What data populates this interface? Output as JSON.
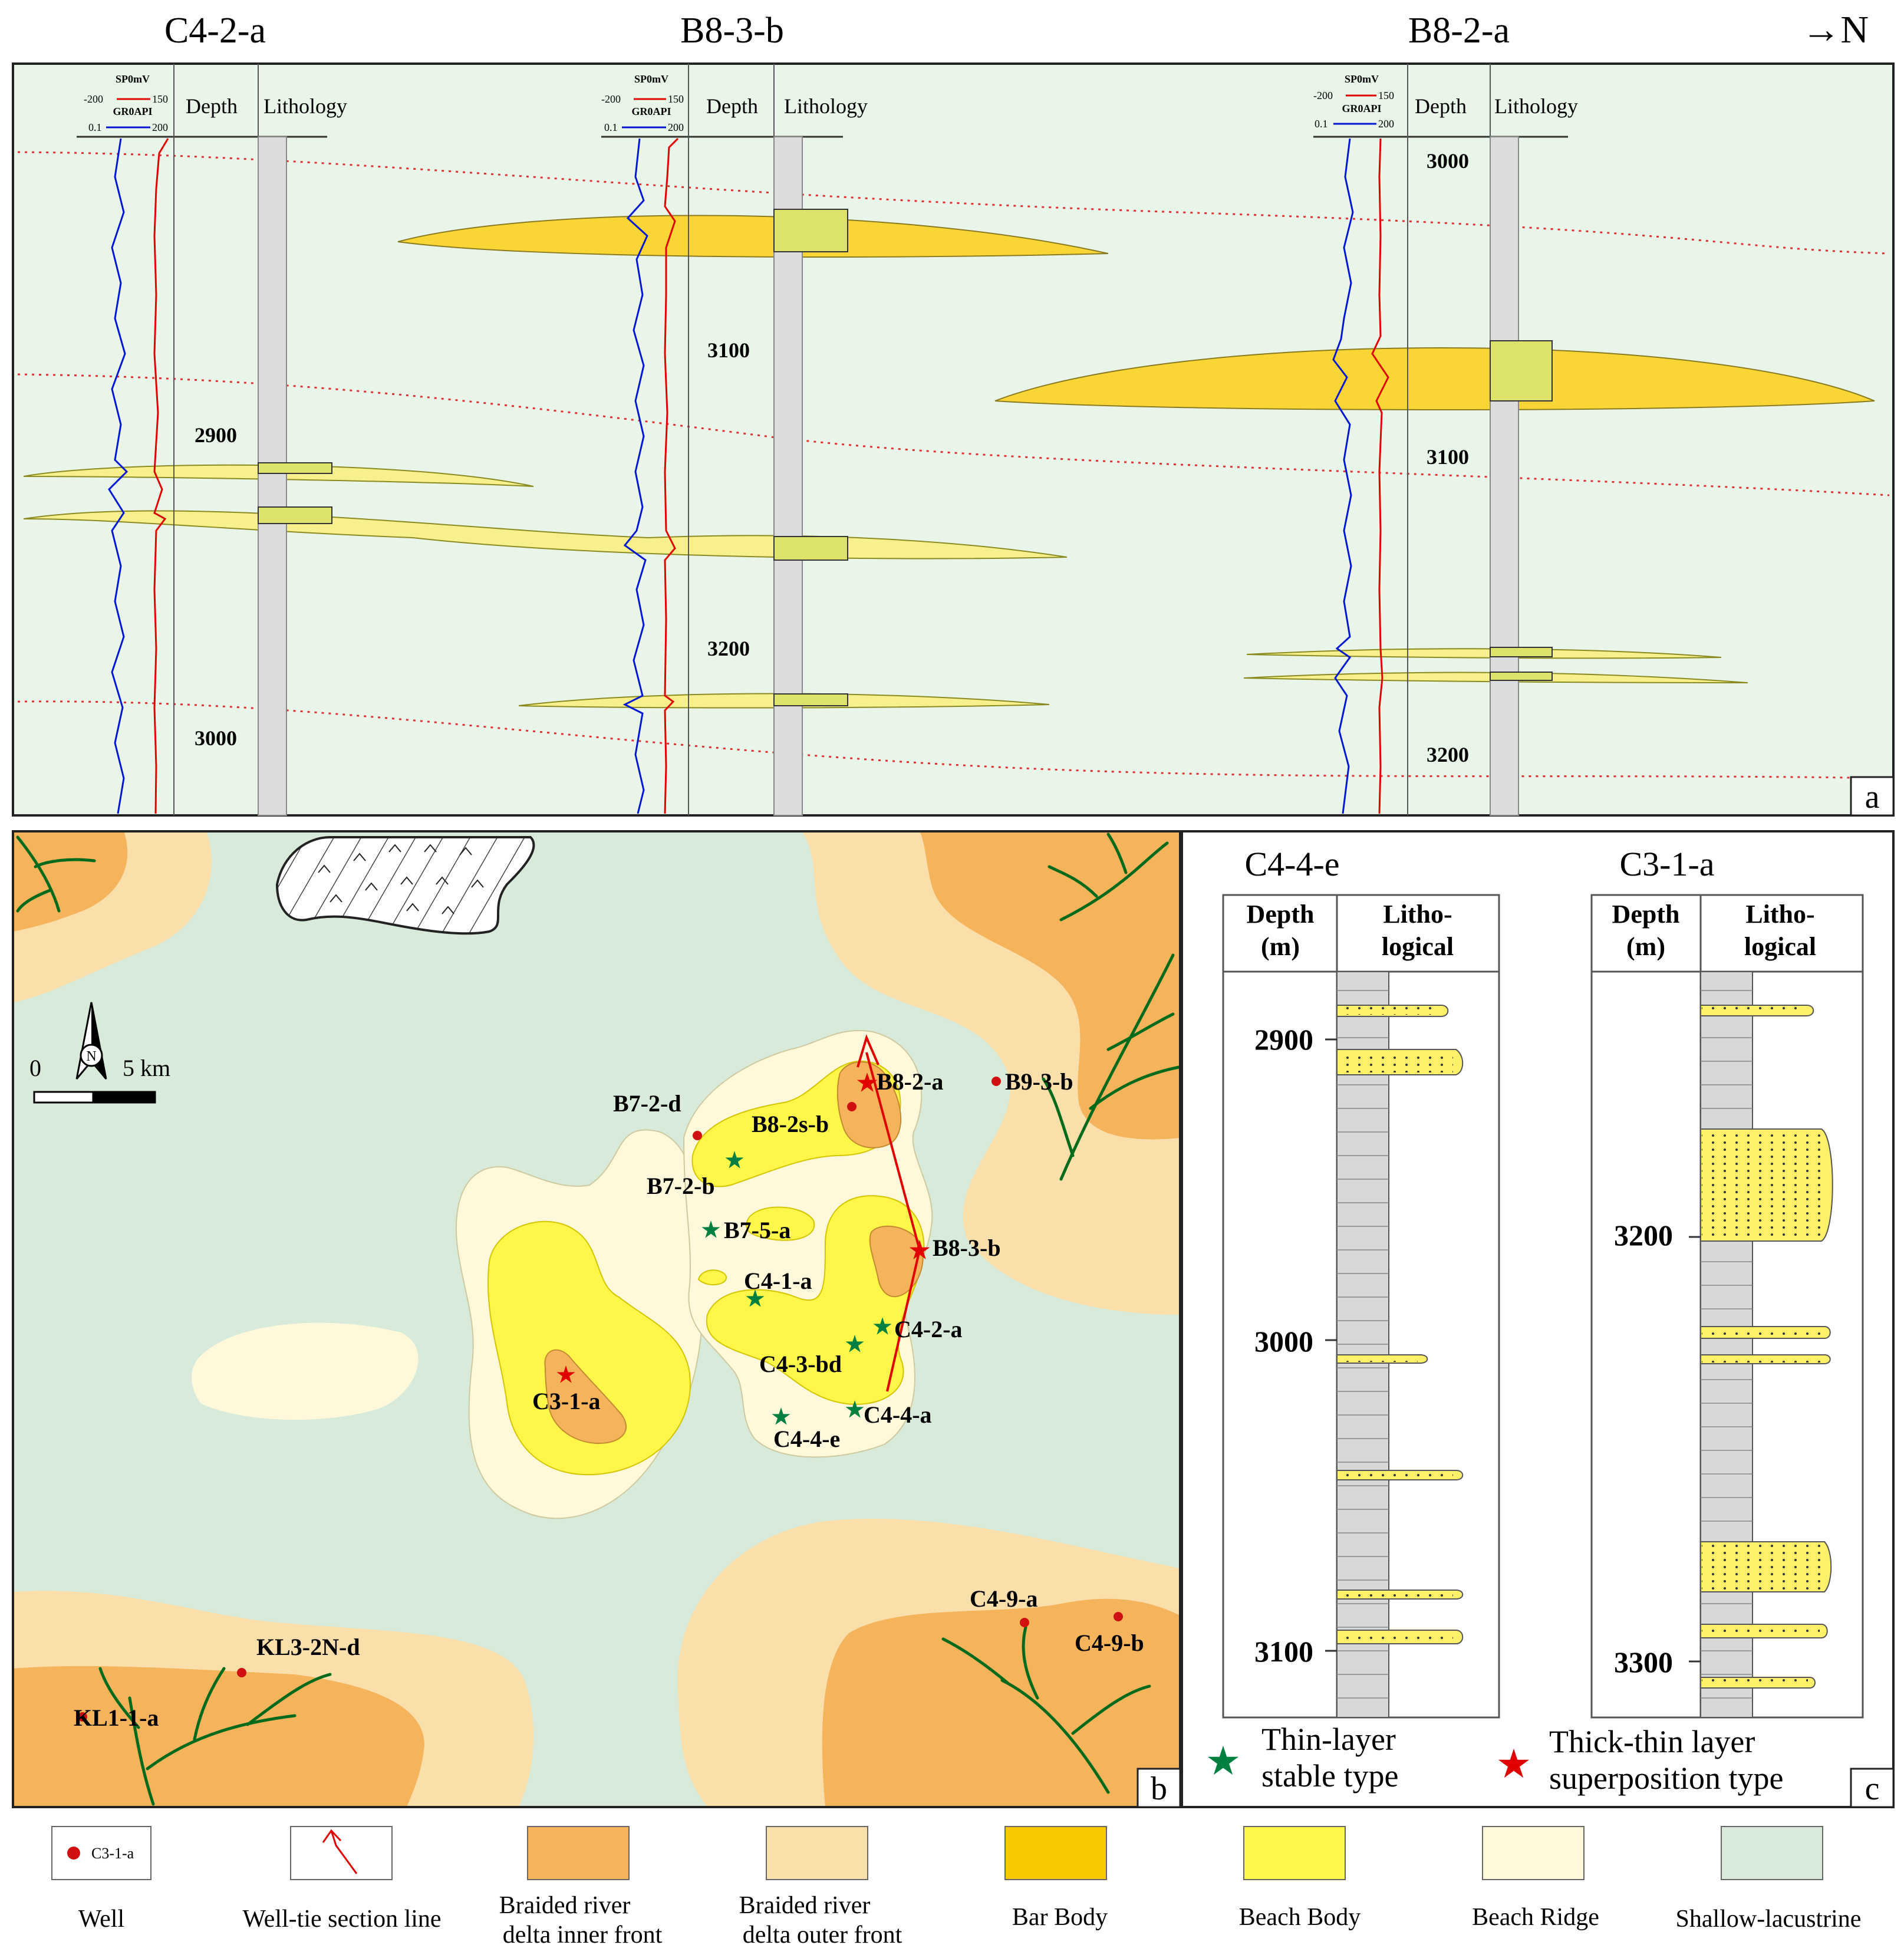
{
  "panel_a": {
    "wells": [
      {
        "name": "C4-2-a",
        "depth_ticks": [
          "2900",
          "3000"
        ]
      },
      {
        "name": "B8-3-b",
        "depth_ticks": [
          "3100",
          "3200"
        ]
      },
      {
        "name": "B8-2-a",
        "depth_ticks": [
          "3000",
          "3100",
          "3200"
        ]
      }
    ],
    "north_arrow": "→N",
    "log_header": {
      "sp": "SP0mV",
      "sp_range": [
        "-200",
        "150"
      ],
      "gr": "GR0API",
      "gr_range": [
        "0.1",
        "200"
      ]
    },
    "col_depth": "Depth",
    "col_lithology": "Lithology",
    "label": "a"
  },
  "panel_b": {
    "scale": {
      "zero": "0",
      "end": "5 km"
    },
    "north": "N",
    "wells": [
      {
        "name": "B8-2-a",
        "type": "thick-thin"
      },
      {
        "name": "B9-3-b",
        "type": "well"
      },
      {
        "name": "B7-2-d",
        "type": "well"
      },
      {
        "name": "B8-2s-b",
        "type": "well"
      },
      {
        "name": "B7-2-b",
        "type": "thin"
      },
      {
        "name": "B7-5-a",
        "type": "thin"
      },
      {
        "name": "B8-3-b",
        "type": "thick-thin"
      },
      {
        "name": "C4-1-a",
        "type": "thin"
      },
      {
        "name": "C4-2-a",
        "type": "thin"
      },
      {
        "name": "C4-3-bd",
        "type": "thin"
      },
      {
        "name": "C3-1-a",
        "type": "thick-thin"
      },
      {
        "name": "C4-4-a",
        "type": "thin"
      },
      {
        "name": "C4-4-e",
        "type": "thin"
      },
      {
        "name": "C4-9-a",
        "type": "well"
      },
      {
        "name": "C4-9-b",
        "type": "well"
      },
      {
        "name": "KL3-2N-d",
        "type": "well"
      },
      {
        "name": "KL1-1-a",
        "type": "well"
      }
    ],
    "label": "b"
  },
  "panel_c": {
    "columns": [
      {
        "name": "C4-4-e",
        "depth_ticks": [
          "2900",
          "3000",
          "3100"
        ]
      },
      {
        "name": "C3-1-a",
        "depth_ticks": [
          "3200",
          "3300"
        ]
      }
    ],
    "header_depth": [
      "Depth",
      "(m)"
    ],
    "header_lith": [
      "Litho-",
      "logical"
    ],
    "legend_thin": [
      "Thin-layer",
      "stable type"
    ],
    "legend_thick": [
      "Thick-thin layer",
      "superposition type"
    ],
    "label": "c"
  },
  "legend": {
    "items": [
      {
        "label": "Well",
        "sample": "C3-1-a"
      },
      {
        "label": "Well-tie section line"
      },
      {
        "label": [
          "Braided river",
          "delta inner front"
        ],
        "color": "#F5B45C"
      },
      {
        "label": [
          "Braided river",
          "delta outer front"
        ],
        "color": "#FADFAA"
      },
      {
        "label": "Bar Body",
        "color": "#F8C800"
      },
      {
        "label": "Beach Body",
        "color": "#FFF64A"
      },
      {
        "label": "Beach Ridge",
        "color": "#FFF8DA"
      },
      {
        "label": "Shallow-lacustrine",
        "color": "#D8EBDB"
      }
    ]
  },
  "colors": {
    "panel_a_bg": "#EAF5EA",
    "lake": "#D8EBDB",
    "inner_front": "#F5B45C",
    "outer_front": "#FADFAA",
    "bar": "#F8C800",
    "beach": "#FFF64A",
    "ridge": "#FFF8DA",
    "sand_a_thick": "#F9D535",
    "sand_a_thin": "#F7F08C",
    "sp": "#E00000",
    "gr": "#0018D0",
    "river": "#006A1C"
  }
}
